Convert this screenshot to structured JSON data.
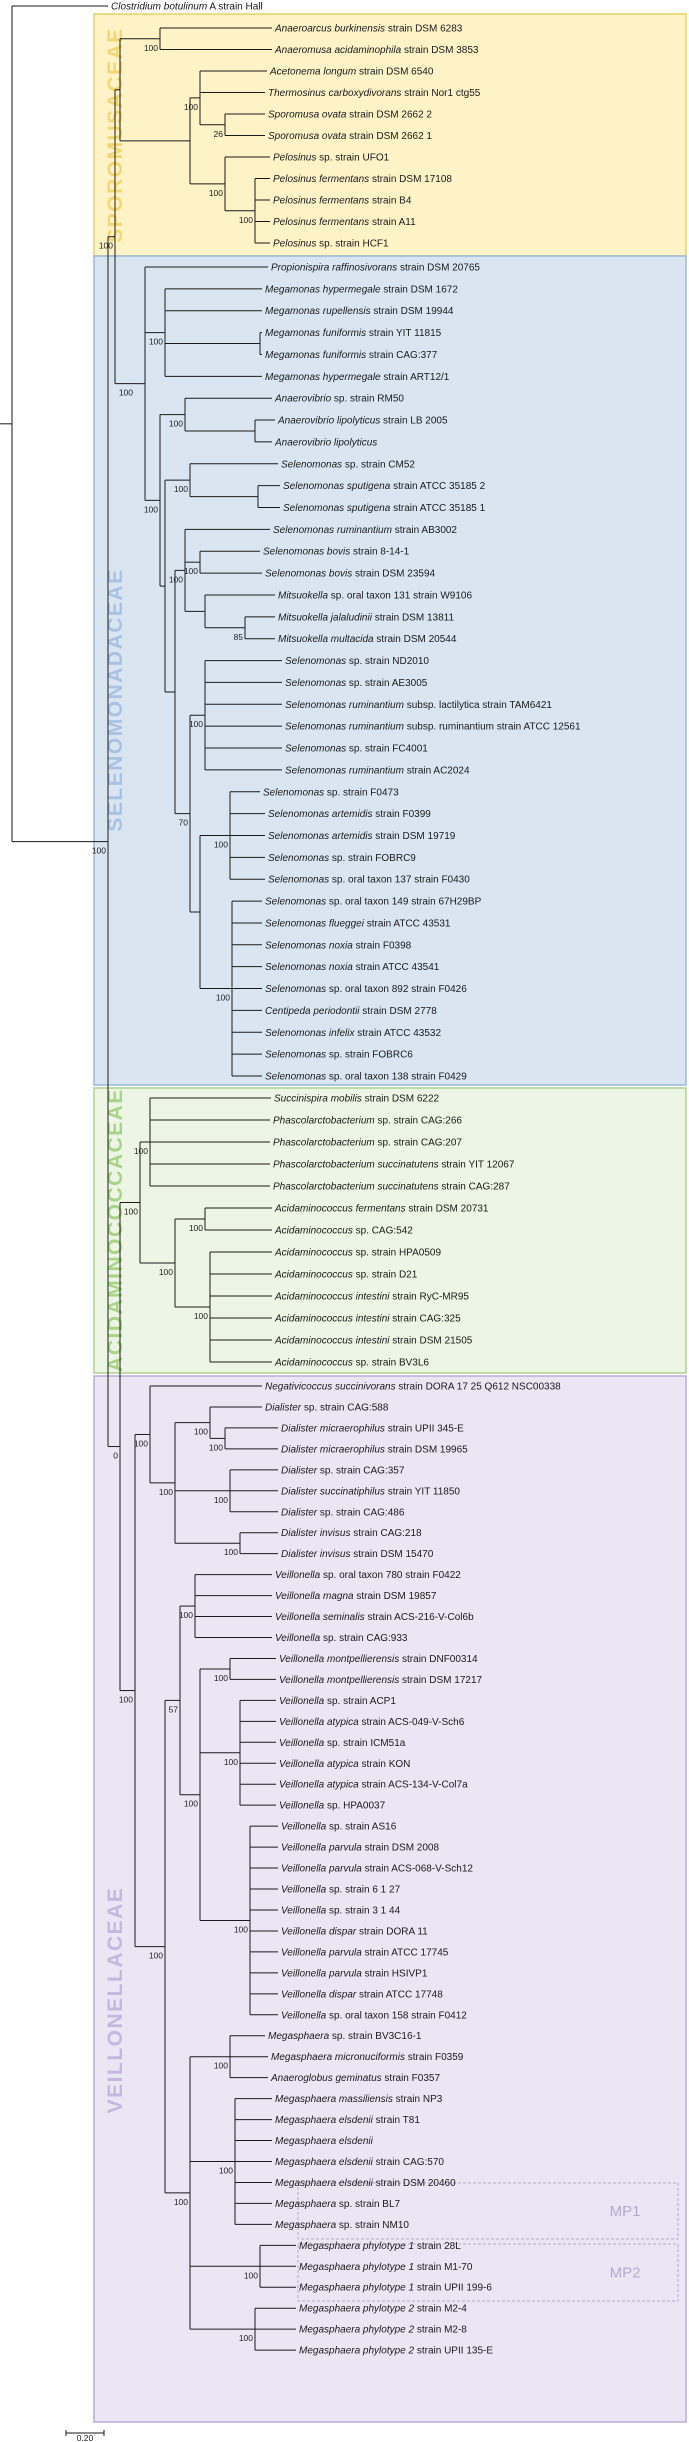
{
  "outgroup": {
    "name": "Clostridium botulinum",
    "strain": "A strain Hall"
  },
  "families": [
    {
      "key": "spor",
      "name": "SPOROMUSACEAE",
      "fill": "#fdf3c7",
      "stroke": "#e7d264",
      "text": "#f2d66f"
    },
    {
      "key": "sele",
      "name": "SELENOMONADACEAE",
      "fill": "#d9e6f2",
      "stroke": "#9ab8d8",
      "text": "#a9c2e2"
    },
    {
      "key": "acid",
      "name": "ACIDAMINOCOCCACEAE",
      "fill": "#edf6e4",
      "stroke": "#aed28f",
      "text": "#a9d488"
    },
    {
      "key": "veil",
      "name": "VEILLONELLACEAE",
      "fill": "#ebe6f4",
      "stroke": "#b9acd6",
      "text": "#c4b8de"
    }
  ],
  "subgroups": [
    {
      "key": "mp1",
      "name": "MP1"
    },
    {
      "key": "mp2",
      "name": "MP2"
    }
  ],
  "taxa": [
    {
      "sp": "Anaeroarcus burkinensis",
      "rest": "strain DSM 6283"
    },
    {
      "sp": "Anaeromusa acidaminophila",
      "rest": "strain DSM 3853"
    },
    {
      "sp": "Acetonema longum",
      "rest": "strain DSM 6540"
    },
    {
      "sp": "Thermosinus carboxydivorans",
      "rest": "strain Nor1 ctg55"
    },
    {
      "sp": "Sporomusa ovata",
      "rest": "strain DSM 2662 2"
    },
    {
      "sp": "Sporomusa ovata",
      "rest": "strain DSM 2662 1"
    },
    {
      "sp": "Pelosinus",
      "rest": "sp. strain UFO1"
    },
    {
      "sp": "Pelosinus fermentans",
      "rest": "strain DSM 17108"
    },
    {
      "sp": "Pelosinus fermentans",
      "rest": "strain B4"
    },
    {
      "sp": "Pelosinus fermentans",
      "rest": "strain A11"
    },
    {
      "sp": "Pelosinus",
      "rest": "sp. strain HCF1"
    },
    {
      "sp": "Propionispira raffinosivorans",
      "rest": "strain DSM 20765"
    },
    {
      "sp": "Megamonas hypermegale",
      "rest": "strain DSM 1672"
    },
    {
      "sp": "Megamonas rupellensis",
      "rest": "strain DSM 19944"
    },
    {
      "sp": "Megamonas funiformis",
      "rest": "strain YIT 11815"
    },
    {
      "sp": "Megamonas funiformis",
      "rest": "strain CAG:377"
    },
    {
      "sp": "Megamonas hypermegale",
      "rest": "strain ART12/1"
    },
    {
      "sp": "Anaerovibrio",
      "rest": "sp. strain RM50"
    },
    {
      "sp": "Anaerovibrio lipolyticus",
      "rest": "strain LB 2005"
    },
    {
      "sp": "Anaerovibrio lipolyticus",
      "rest": ""
    },
    {
      "sp": "Selenomonas",
      "rest": "sp. strain CM52"
    },
    {
      "sp": "Selenomonas sputigena",
      "rest": "strain ATCC 35185 2"
    },
    {
      "sp": "Selenomonas sputigena",
      "rest": "strain ATCC 35185 1"
    },
    {
      "sp": "Selenomonas ruminantium",
      "rest": "strain AB3002"
    },
    {
      "sp": "Selenomonas bovis",
      "rest": "strain 8-14-1"
    },
    {
      "sp": "Selenomonas bovis",
      "rest": "strain DSM 23594"
    },
    {
      "sp": "Mitsuokella",
      "rest": "sp. oral taxon 131 strain W9106"
    },
    {
      "sp": "Mitsuokella jalaludinii",
      "rest": "strain DSM 13811"
    },
    {
      "sp": "Mitsuokella multacida",
      "rest": "strain DSM 20544"
    },
    {
      "sp": "Selenomonas",
      "rest": "sp. strain ND2010"
    },
    {
      "sp": "Selenomonas",
      "rest": "sp. strain AE3005"
    },
    {
      "sp": "Selenomonas ruminantium",
      "rest": "subsp. lactilytica strain TAM6421"
    },
    {
      "sp": "Selenomonas ruminantium",
      "rest": "subsp. ruminantium strain ATCC 12561"
    },
    {
      "sp": "Selenomonas",
      "rest": "sp. strain FC4001"
    },
    {
      "sp": "Selenomonas ruminantium",
      "rest": "strain AC2024"
    },
    {
      "sp": "Selenomonas",
      "rest": "sp. strain F0473"
    },
    {
      "sp": "Selenomonas artemidis",
      "rest": "strain F0399"
    },
    {
      "sp": "Selenomonas artemidis",
      "rest": "strain DSM 19719"
    },
    {
      "sp": "Selenomonas",
      "rest": "sp. strain FOBRC9"
    },
    {
      "sp": "Selenomonas",
      "rest": "sp. oral taxon 137 strain F0430"
    },
    {
      "sp": "Selenomonas",
      "rest": "sp. oral taxon 149 strain 67H29BP"
    },
    {
      "sp": "Selenomonas flueggei",
      "rest": "strain ATCC 43531"
    },
    {
      "sp": "Selenomonas noxia",
      "rest": "strain F0398"
    },
    {
      "sp": "Selenomonas noxia",
      "rest": "strain ATCC 43541"
    },
    {
      "sp": "Selenomonas",
      "rest": "sp. oral taxon 892 strain F0426"
    },
    {
      "sp": "Centipeda periodontii",
      "rest": "strain DSM 2778"
    },
    {
      "sp": "Selenomonas infelix",
      "rest": "strain ATCC 43532"
    },
    {
      "sp": "Selenomonas",
      "rest": "sp. strain FOBRC6"
    },
    {
      "sp": "Selenomonas",
      "rest": "sp. oral taxon 138 strain F0429"
    },
    {
      "sp": "Succinispira mobilis",
      "rest": "strain DSM 6222"
    },
    {
      "sp": "Phascolarctobacterium",
      "rest": "sp. strain CAG:266"
    },
    {
      "sp": "Phascolarctobacterium",
      "rest": "sp. strain CAG:207"
    },
    {
      "sp": "Phascolarctobacterium succinatutens",
      "rest": "strain YIT 12067"
    },
    {
      "sp": "Phascolarctobacterium succinatutens",
      "rest": "strain CAG:287"
    },
    {
      "sp": "Acidaminococcus fermentans",
      "rest": "strain DSM 20731"
    },
    {
      "sp": "Acidaminococcus",
      "rest": "sp. CAG:542"
    },
    {
      "sp": "Acidaminococcus",
      "rest": "sp. strain HPA0509"
    },
    {
      "sp": "Acidaminococcus",
      "rest": "sp. strain D21"
    },
    {
      "sp": "Acidaminococcus intestini",
      "rest": "strain RyC-MR95"
    },
    {
      "sp": "Acidaminococcus intestini",
      "rest": "strain CAG:325"
    },
    {
      "sp": "Acidaminococcus intestini",
      "rest": "strain DSM 21505"
    },
    {
      "sp": "Acidaminococcus",
      "rest": "sp. strain BV3L6"
    },
    {
      "sp": "Negativicoccus succinivorans",
      "rest": "strain DORA 17 25 Q612 NSC00338"
    },
    {
      "sp": "Dialister",
      "rest": "sp. strain CAG:588"
    },
    {
      "sp": "Dialister micraerophilus",
      "rest": "strain UPII 345-E"
    },
    {
      "sp": "Dialister micraerophilus",
      "rest": "strain DSM 19965"
    },
    {
      "sp": "Dialister",
      "rest": "sp. strain CAG:357"
    },
    {
      "sp": "Dialister succinatiphilus",
      "rest": "strain YIT 11850"
    },
    {
      "sp": "Dialister",
      "rest": "sp. strain CAG:486"
    },
    {
      "sp": "Dialister invisus",
      "rest": "strain CAG:218"
    },
    {
      "sp": "Dialister invisus",
      "rest": "strain DSM 15470"
    },
    {
      "sp": "Veillonella",
      "rest": "sp. oral taxon 780 strain F0422"
    },
    {
      "sp": "Veillonella magna",
      "rest": "strain DSM 19857"
    },
    {
      "sp": "Veillonella seminalis",
      "rest": "strain ACS-216-V-Col6b"
    },
    {
      "sp": "Veillonella",
      "rest": "sp. strain CAG:933"
    },
    {
      "sp": "Veillonella montpellierensis",
      "rest": "strain DNF00314"
    },
    {
      "sp": "Veillonella montpellierensis",
      "rest": "strain DSM 17217"
    },
    {
      "sp": "Veillonella",
      "rest": "sp. strain ACP1"
    },
    {
      "sp": "Veillonella atypica",
      "rest": "strain ACS-049-V-Sch6"
    },
    {
      "sp": "Veillonella",
      "rest": "sp. strain ICM51a"
    },
    {
      "sp": "Veillonella atypica",
      "rest": "strain KON"
    },
    {
      "sp": "Veillonella atypica",
      "rest": "strain ACS-134-V-Col7a"
    },
    {
      "sp": "Veillonella",
      "rest": "sp. HPA0037"
    },
    {
      "sp": "Veillonella",
      "rest": "sp. strain AS16"
    },
    {
      "sp": "Veillonella parvula",
      "rest": "strain DSM 2008"
    },
    {
      "sp": "Veillonella parvula",
      "rest": "strain ACS-068-V-Sch12"
    },
    {
      "sp": "Veillonella",
      "rest": "sp. strain 6 1 27"
    },
    {
      "sp": "Veillonella",
      "rest": "sp. strain 3 1 44"
    },
    {
      "sp": "Veillonella dispar",
      "rest": "strain DORA 11"
    },
    {
      "sp": "Veillonella parvula",
      "rest": "strain ATCC 17745"
    },
    {
      "sp": "Veillonella parvula",
      "rest": "strain HSIVP1"
    },
    {
      "sp": "Veillonella dispar",
      "rest": "strain ATCC 17748"
    },
    {
      "sp": "Veillonella",
      "rest": "sp. oral taxon 158 strain F0412"
    },
    {
      "sp": "Megasphaera",
      "rest": "sp. strain BV3C16-1"
    },
    {
      "sp": "Megasphaera micronuciformis",
      "rest": "strain F0359"
    },
    {
      "sp": "Anaeroglobus geminatus",
      "rest": "strain F0357"
    },
    {
      "sp": "Megasphaera massiliensis",
      "rest": "strain NP3"
    },
    {
      "sp": "Megasphaera elsdenii",
      "rest": "strain T81"
    },
    {
      "sp": "Megasphaera elsdenii",
      "rest": ""
    },
    {
      "sp": "Megasphaera elsdenii",
      "rest": "strain CAG:570"
    },
    {
      "sp": "Megasphaera elsdenii",
      "rest": "strain DSM 20460"
    },
    {
      "sp": "Megasphaera",
      "rest": "sp. strain BL7"
    },
    {
      "sp": "Megasphaera",
      "rest": "sp. strain NM10"
    },
    {
      "sp": "Megasphaera phylotype 1",
      "rest": "strain 28L"
    },
    {
      "sp": "Megasphaera phylotype 1",
      "rest": "strain M1-70"
    },
    {
      "sp": "Megasphaera phylotype 1",
      "rest": "strain UPII 199-6"
    },
    {
      "sp": "Megasphaera phylotype 2",
      "rest": "strain M2-4"
    },
    {
      "sp": "Megasphaera phylotype 2",
      "rest": "strain M2-8"
    },
    {
      "sp": "Megasphaera phylotype 2",
      "rest": "strain UPII 135-E"
    }
  ],
  "scale_bar": {
    "label": "0.20",
    "value": 0.2
  }
}
